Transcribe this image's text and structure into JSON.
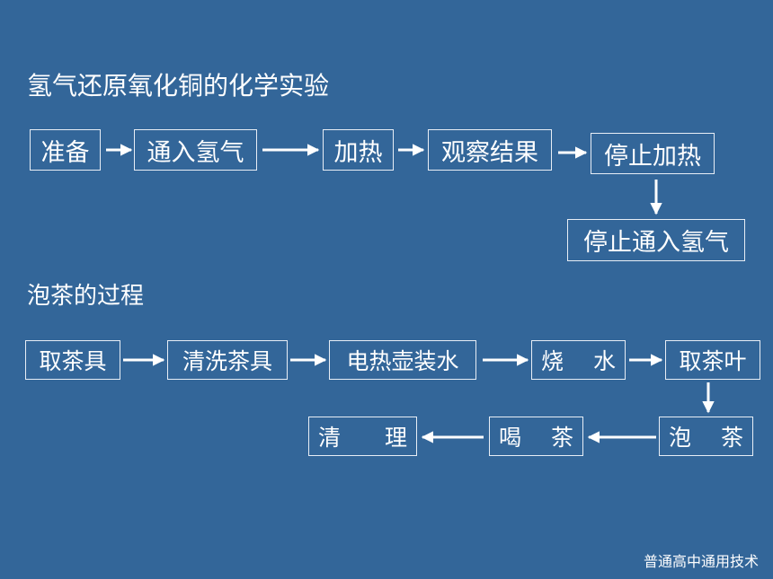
{
  "slide": {
    "title": "氢气还原氧化铜的化学实验",
    "flow1": [
      {
        "label": "准备"
      },
      {
        "label": "通入氢气"
      },
      {
        "label": "加热"
      },
      {
        "label": "观察结果"
      },
      {
        "label": "停止加热"
      },
      {
        "label": "停止通入氢气"
      }
    ],
    "subtitle": "泡茶的过程",
    "flow2": [
      {
        "label": "取茶具"
      },
      {
        "label": "清洗茶具"
      },
      {
        "label": "电热壶装水"
      },
      {
        "label": "烧水",
        "chars": [
          "烧",
          "水"
        ]
      },
      {
        "label": "取茶叶"
      },
      {
        "label": "泡茶",
        "chars": [
          "泡",
          "茶"
        ]
      },
      {
        "label": "喝茶",
        "chars": [
          "喝",
          "茶"
        ]
      },
      {
        "label": "清理",
        "chars": [
          "清",
          "理"
        ]
      }
    ],
    "footer": "普通高中通用技术"
  },
  "colors": {
    "background": "#336699",
    "foreground": "#ffffff",
    "box_border": "#e8eef6"
  }
}
